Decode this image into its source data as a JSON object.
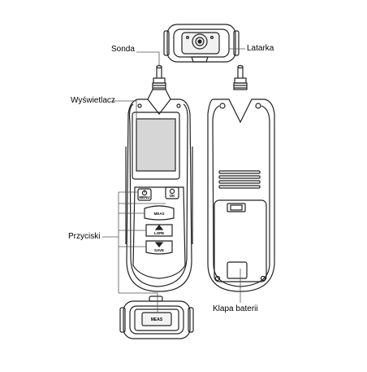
{
  "labels": {
    "probe": "Sonda",
    "flashlight": "Latarka",
    "display": "Wyświetlacz",
    "buttons": "Przyciski",
    "battery_cover": "Klapa baterii"
  },
  "device_keys": {
    "menu": "MENU",
    "ok": "OK",
    "meas": "MEAS",
    "lope": "LOPE",
    "save": "SAVE",
    "bottom_meas": "MEAS"
  },
  "colors": {
    "line": "#222222",
    "screen": "#d6d6d6",
    "background": "#ffffff"
  }
}
